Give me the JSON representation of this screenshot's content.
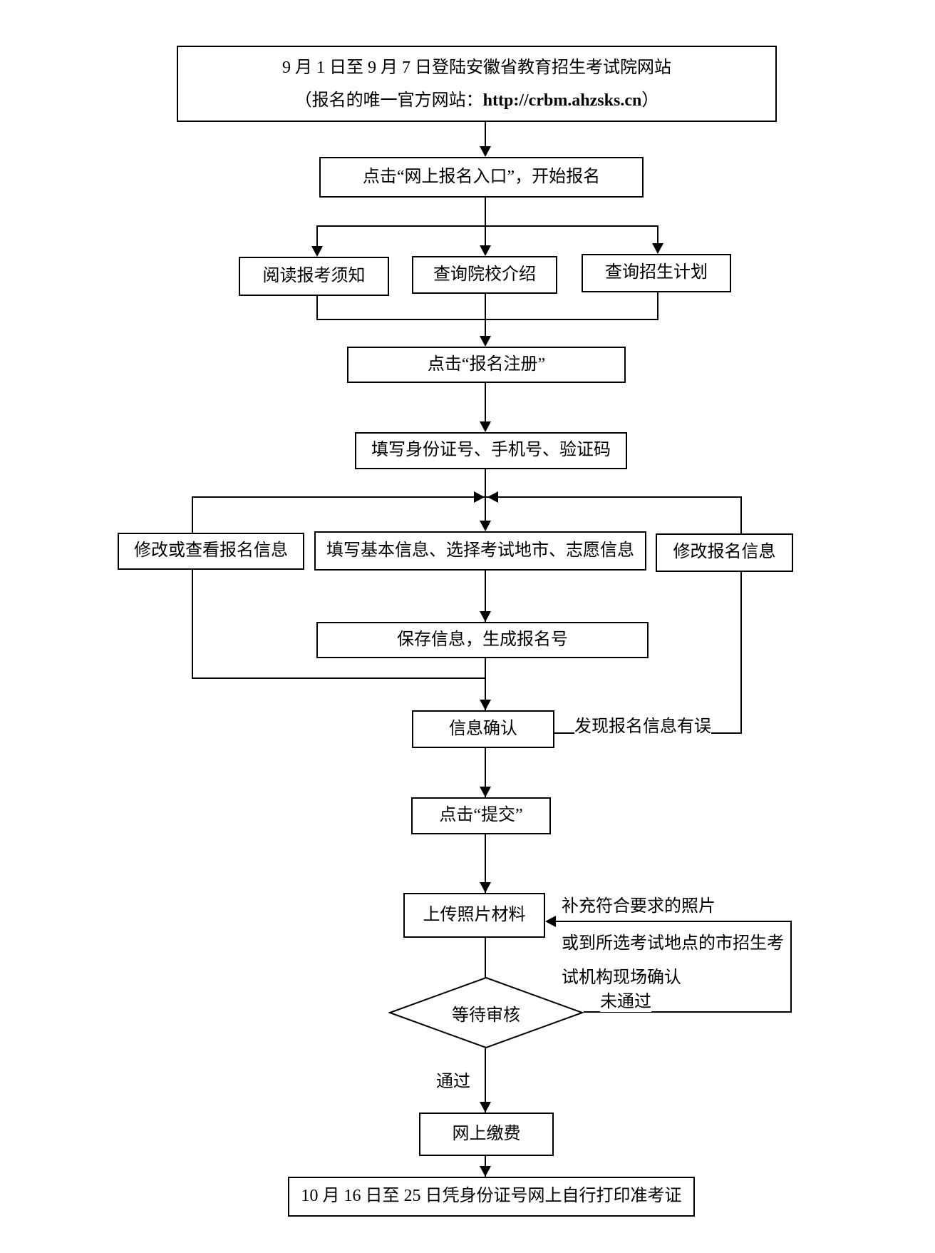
{
  "flowchart": {
    "nodes": {
      "start": {
        "line1": "9 月 1 日至 9 月 7 日登陆安徽省教育招生考试院网站",
        "line2_prefix": "（报名的唯一官方网站：",
        "url": "http://crbm.ahzsks.cn",
        "line2_suffix": "）"
      },
      "click_entry": {
        "label": "点击“网上报名入口”，开始报名"
      },
      "read_notice": {
        "label": "阅读报考须知"
      },
      "query_college": {
        "label": "查询院校介绍"
      },
      "query_plan": {
        "label": "查询招生计划"
      },
      "click_register": {
        "label": "点击“报名注册”"
      },
      "fill_id": {
        "label": "填写身份证号、手机号、验证码"
      },
      "modify_view": {
        "label": "修改或查看报名信息"
      },
      "fill_basic": {
        "label": "填写基本信息、选择考试地市、志愿信息"
      },
      "modify_info": {
        "label": "修改报名信息"
      },
      "save_info": {
        "label": "保存信息，生成报名号"
      },
      "confirm_info": {
        "label": "信息确认"
      },
      "click_submit": {
        "label": "点击“提交”"
      },
      "upload_photo": {
        "label": "上传照片材料"
      },
      "wait_review": {
        "label": "等待审核"
      },
      "pay_online": {
        "label": "网上缴费"
      },
      "print_ticket": {
        "label": "10 月 16 日至 25 日凭身份证号网上自行打印准考证"
      }
    },
    "edge_labels": {
      "found_error": "发现报名信息有误",
      "supplement_line1": "补充符合要求的照片",
      "supplement_line2": "或到所选考试地点的市招生考",
      "supplement_line3": "试机构现场确认",
      "not_passed": "未通过",
      "passed": "通过"
    },
    "colors": {
      "line": "#000000",
      "background": "#ffffff",
      "box_border": "#000000"
    }
  }
}
